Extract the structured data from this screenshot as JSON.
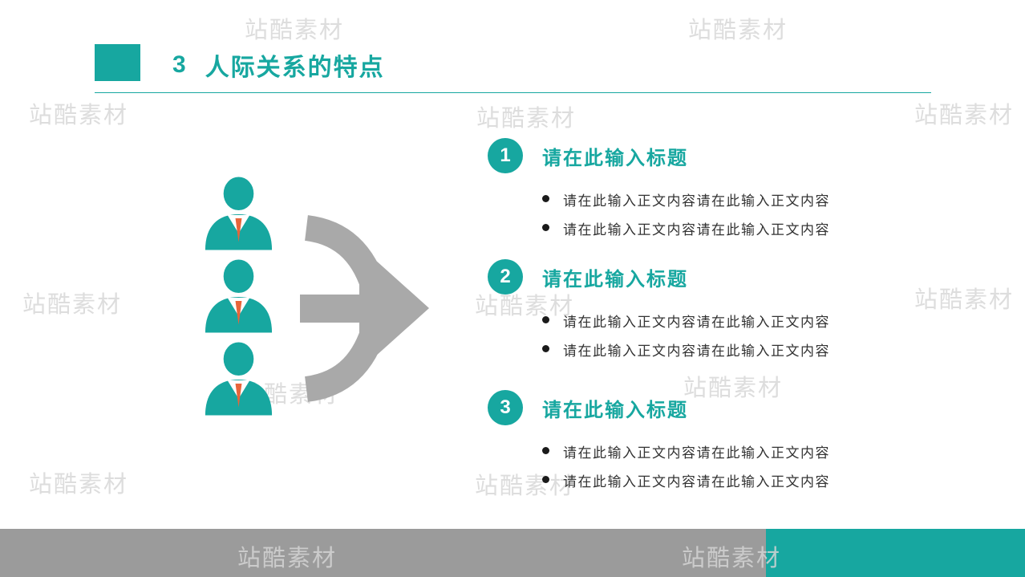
{
  "colors": {
    "teal": "#17a7a0",
    "orange": "#e8653a",
    "arrow": "#a9a9a9",
    "footer-gray": "#9b9b9b",
    "text-dark": "#333333",
    "watermark": "#c2c2c2"
  },
  "header": {
    "number": "3",
    "title": "人际关系的特点"
  },
  "watermark": {
    "text": "站酷素材"
  },
  "sections": [
    {
      "number": "1",
      "title": "请在此输入标题",
      "bullets": [
        "请在此输入正文内容请在此输入正文内容",
        "请在此输入正文内容请在此输入正文内容"
      ]
    },
    {
      "number": "2",
      "title": "请在此输入标题",
      "bullets": [
        "请在此输入正文内容请在此输入正文内容",
        "请在此输入正文内容请在此输入正文内容"
      ]
    },
    {
      "number": "3",
      "title": "请在此输入标题",
      "bullets": [
        "请在此输入正文内容请在此输入正文内容",
        "请在此输入正文内容请在此输入正文内容"
      ]
    }
  ]
}
